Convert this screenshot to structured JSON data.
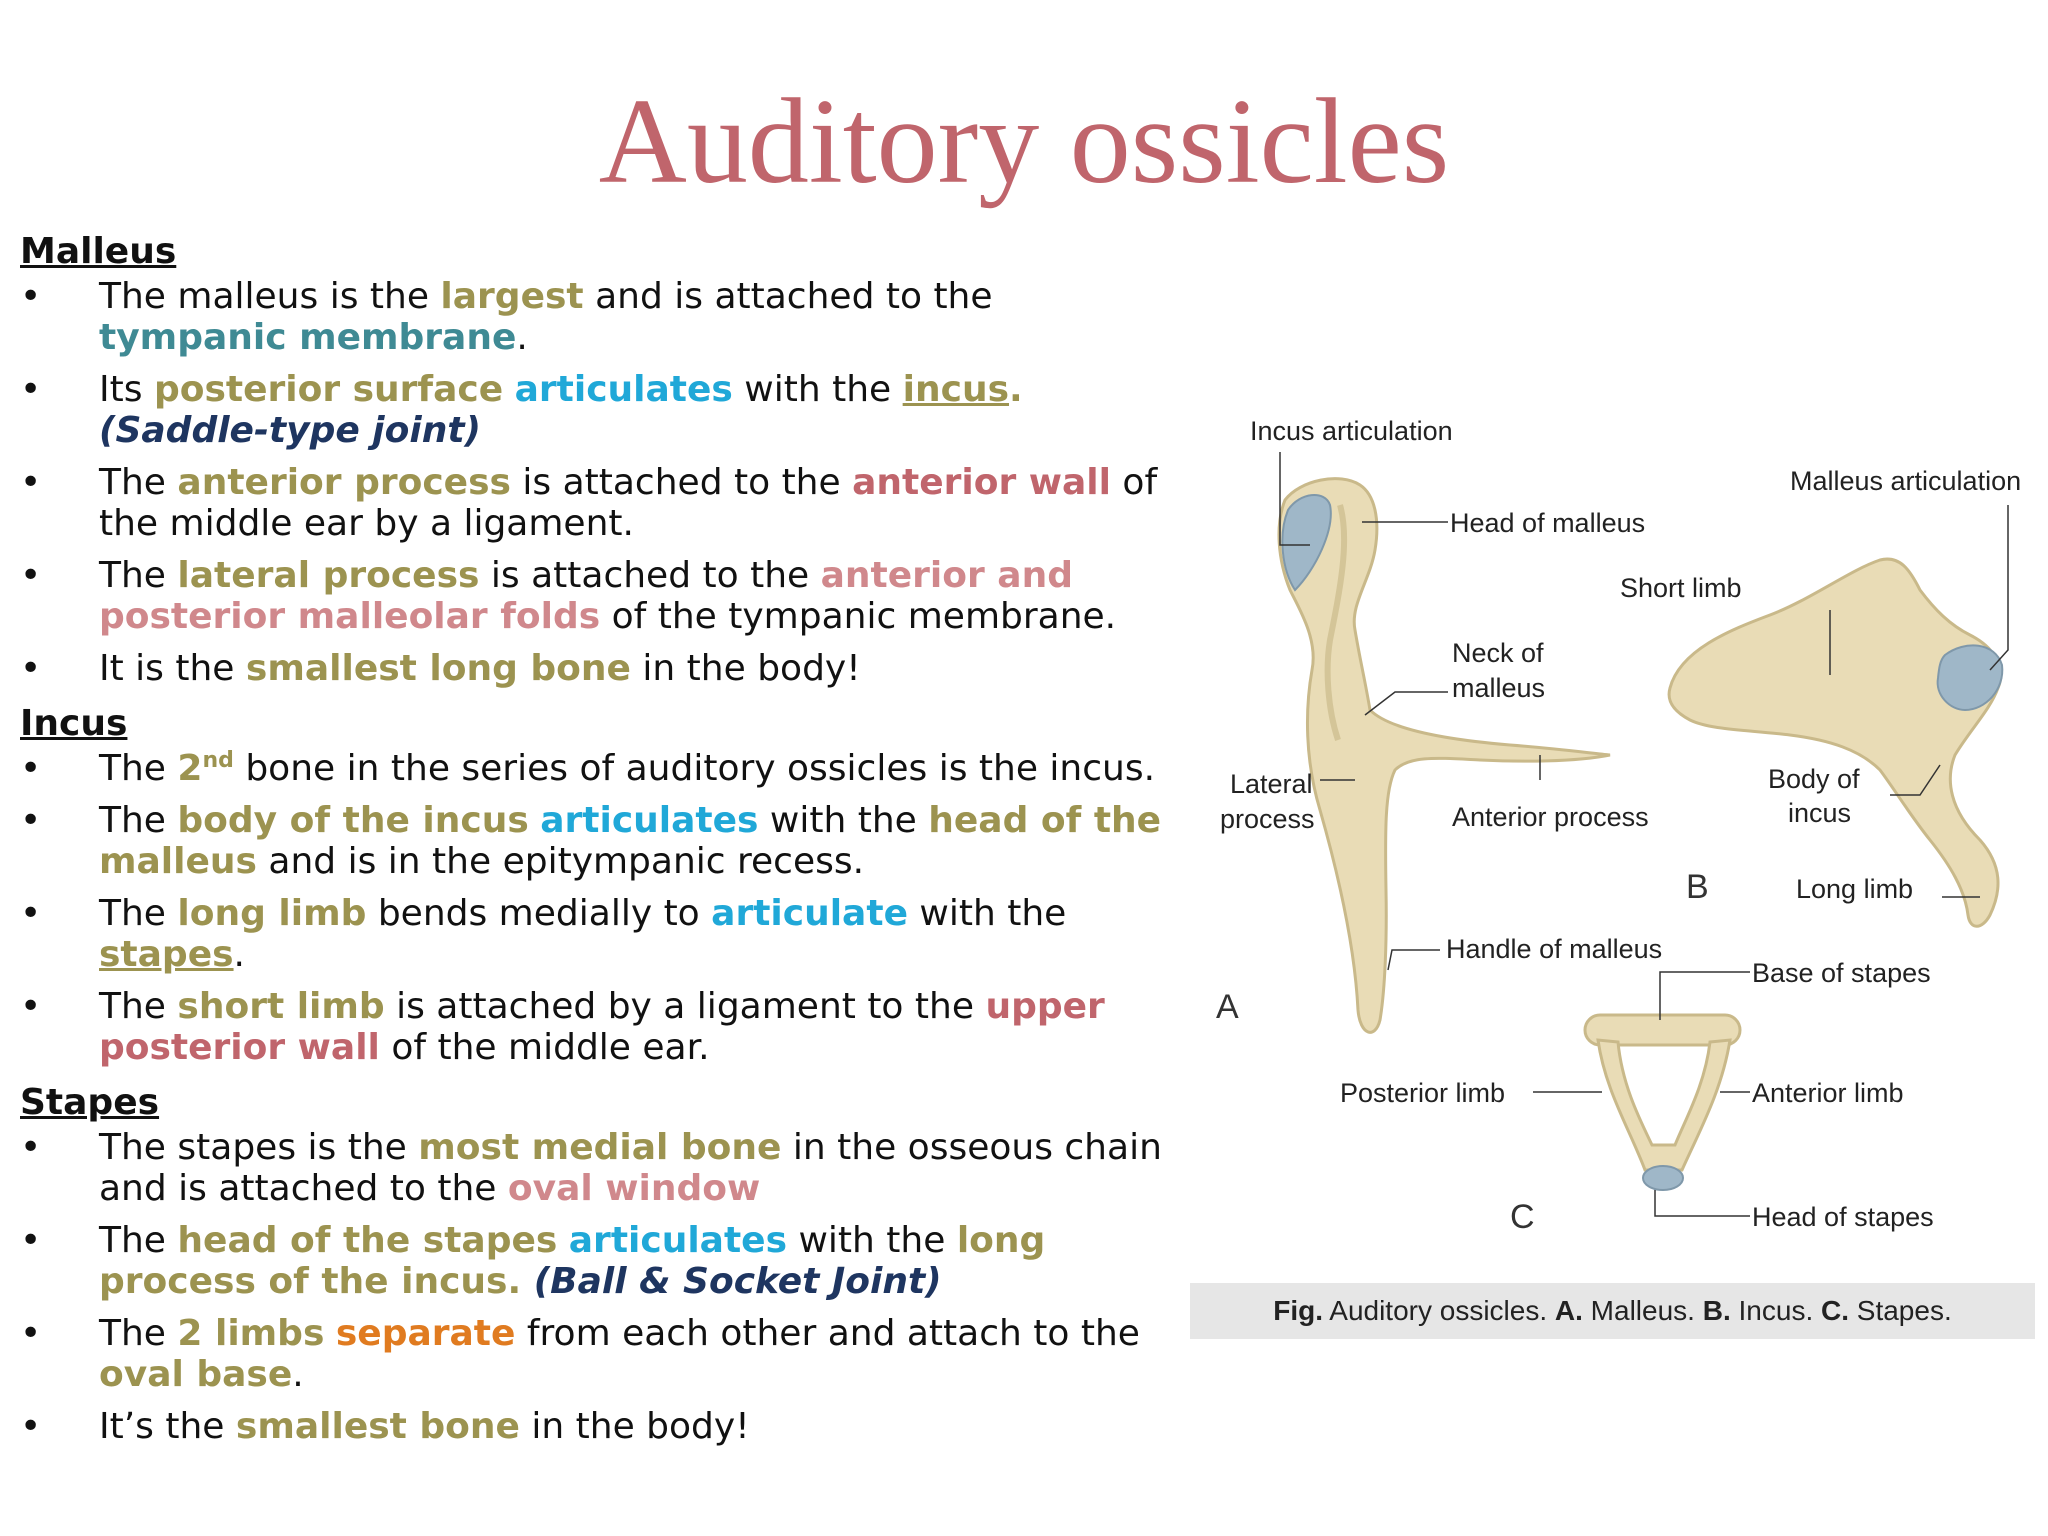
{
  "title": "Auditory ossicles",
  "malleus": {
    "heading": "Malleus",
    "b1": [
      "The malleus is the ",
      "largest",
      " and is attached to the ",
      "tympanic membrane",
      "."
    ],
    "b2": [
      "Its ",
      "posterior surface",
      " ",
      "articulates",
      " with the ",
      "incus",
      ".",
      " ",
      "(Saddle-type joint)"
    ],
    "b3": [
      "The ",
      "anterior process",
      " is attached to the ",
      "anterior wall",
      " of the middle ear by a ligament."
    ],
    "b4": [
      "The ",
      "lateral process",
      " is attached to the ",
      "anterior and posterior malleolar folds",
      " of the tympanic membrane."
    ],
    "b5": [
      "It is the ",
      "smallest long bone",
      " in the body!"
    ]
  },
  "incus": {
    "heading": "Incus",
    "b1": [
      "The ",
      "2",
      "nd",
      " bone in the series of auditory ossicles is the incus."
    ],
    "b2": [
      "The ",
      "body of the incus",
      " ",
      "articulates",
      " with the ",
      "head of the malleus",
      " and is in the epitympanic recess."
    ],
    "b3": [
      " The ",
      "long limb",
      " bends medially to ",
      "articulate",
      " with the",
      " stapes",
      "."
    ],
    "b4": [
      "The ",
      "short limb",
      " is attached by a ligament to the ",
      "upper posterior wall",
      " of the middle ear."
    ]
  },
  "stapes": {
    "heading": "Stapes",
    "b1": [
      "The stapes is the ",
      "most medial bone",
      " in the osseous chain and is attached to the ",
      "oval window"
    ],
    "b2": [
      "The ",
      "head of the stapes",
      " ",
      "articulates",
      " with the ",
      "long process of the incus",
      ". ",
      "(Ball & Socket Joint)"
    ],
    "b3": [
      "The ",
      "2 limbs",
      " ",
      "separate",
      " from each other and attach to the ",
      "oval base",
      "."
    ],
    "b4": [
      "It’s the ",
      "smallest bone",
      " in the body!"
    ]
  },
  "figure": {
    "labels": {
      "incus_articulation": "Incus articulation",
      "malleus_articulation": "Malleus articulation",
      "head_of_malleus": "Head of malleus",
      "short_limb": "Short limb",
      "neck_of_malleus_1": "Neck of",
      "neck_of_malleus_2": "malleus",
      "lateral_process_1": "Lateral",
      "lateral_process_2": "process",
      "anterior_process": "Anterior process",
      "body_of_incus_1": "Body of",
      "body_of_incus_2": "incus",
      "long_limb": "Long limb",
      "handle_of_malleus": "Handle of malleus",
      "base_of_stapes": "Base of stapes",
      "posterior_limb": "Posterior limb",
      "anterior_limb": "Anterior limb",
      "head_of_stapes": "Head of stapes",
      "A": "A",
      "B": "B",
      "C": "C"
    },
    "caption": {
      "fig": "Fig.",
      "t1": " Auditory ossicles. ",
      "a": "A.",
      "t2": " Malleus. ",
      "b": "B.",
      "t3": " Incus. ",
      "c": "C.",
      "t4": " Stapes."
    },
    "colors": {
      "bone": "#e9dcb6",
      "bone_shadow": "#c9b98a",
      "cartilage": "#9fb7c8"
    }
  }
}
